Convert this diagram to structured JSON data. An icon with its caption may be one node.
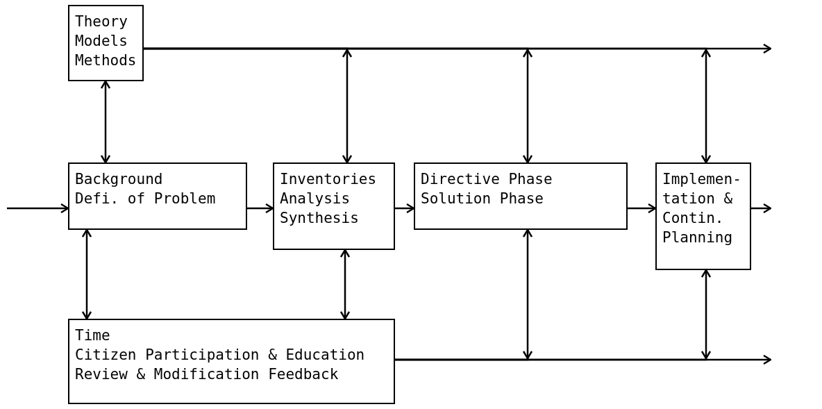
{
  "diagram": {
    "nodes": [
      {
        "text": [
          "Theory",
          "Models",
          "Methods"
        ]
      },
      {
        "text": [
          "Background",
          "Defi. of Problem"
        ]
      },
      {
        "text": [
          "Inventories",
          "Analysis",
          "Synthesis"
        ]
      },
      {
        "text": [
          "Directive Phase",
          "Solution Phase"
        ]
      },
      {
        "text": [
          "Implemen- tation & Contin. Planning"
        ]
      },
      {
        "text": [
          "Time",
          "Citizen Participation & Education",
          "Review & Modification Feedback"
        ]
      }
    ],
    "edges": [
      {
        "from": null,
        "to": 1,
        "arrow": "to"
      },
      {
        "from": 1,
        "to": 2,
        "arrow": "to"
      },
      {
        "from": 2,
        "to": 3,
        "arrow": "to"
      },
      {
        "from": 3,
        "to": 4,
        "arrow": "to"
      },
      {
        "from": 4,
        "to": null,
        "arrow": "to"
      },
      {
        "from": 0,
        "to": null,
        "arrow": "to"
      },
      {
        "from": 0,
        "to": 1,
        "arrow": "both"
      },
      {
        "from": 0,
        "to": 2,
        "arrow": "to"
      },
      {
        "from": 0,
        "to": 3,
        "arrow": "to"
      },
      {
        "from": 0,
        "to": 4,
        "arrow": "to"
      },
      {
        "from": 1,
        "to": 5,
        "arrow": "both"
      },
      {
        "from": 2,
        "to": 5,
        "arrow": "both"
      },
      {
        "from": 5,
        "to": null,
        "arrow": "to"
      },
      {
        "from": 5,
        "to": 3,
        "arrow": "to"
      },
      {
        "from": 5,
        "to": 4,
        "arrow": "to"
      }
    ]
  }
}
